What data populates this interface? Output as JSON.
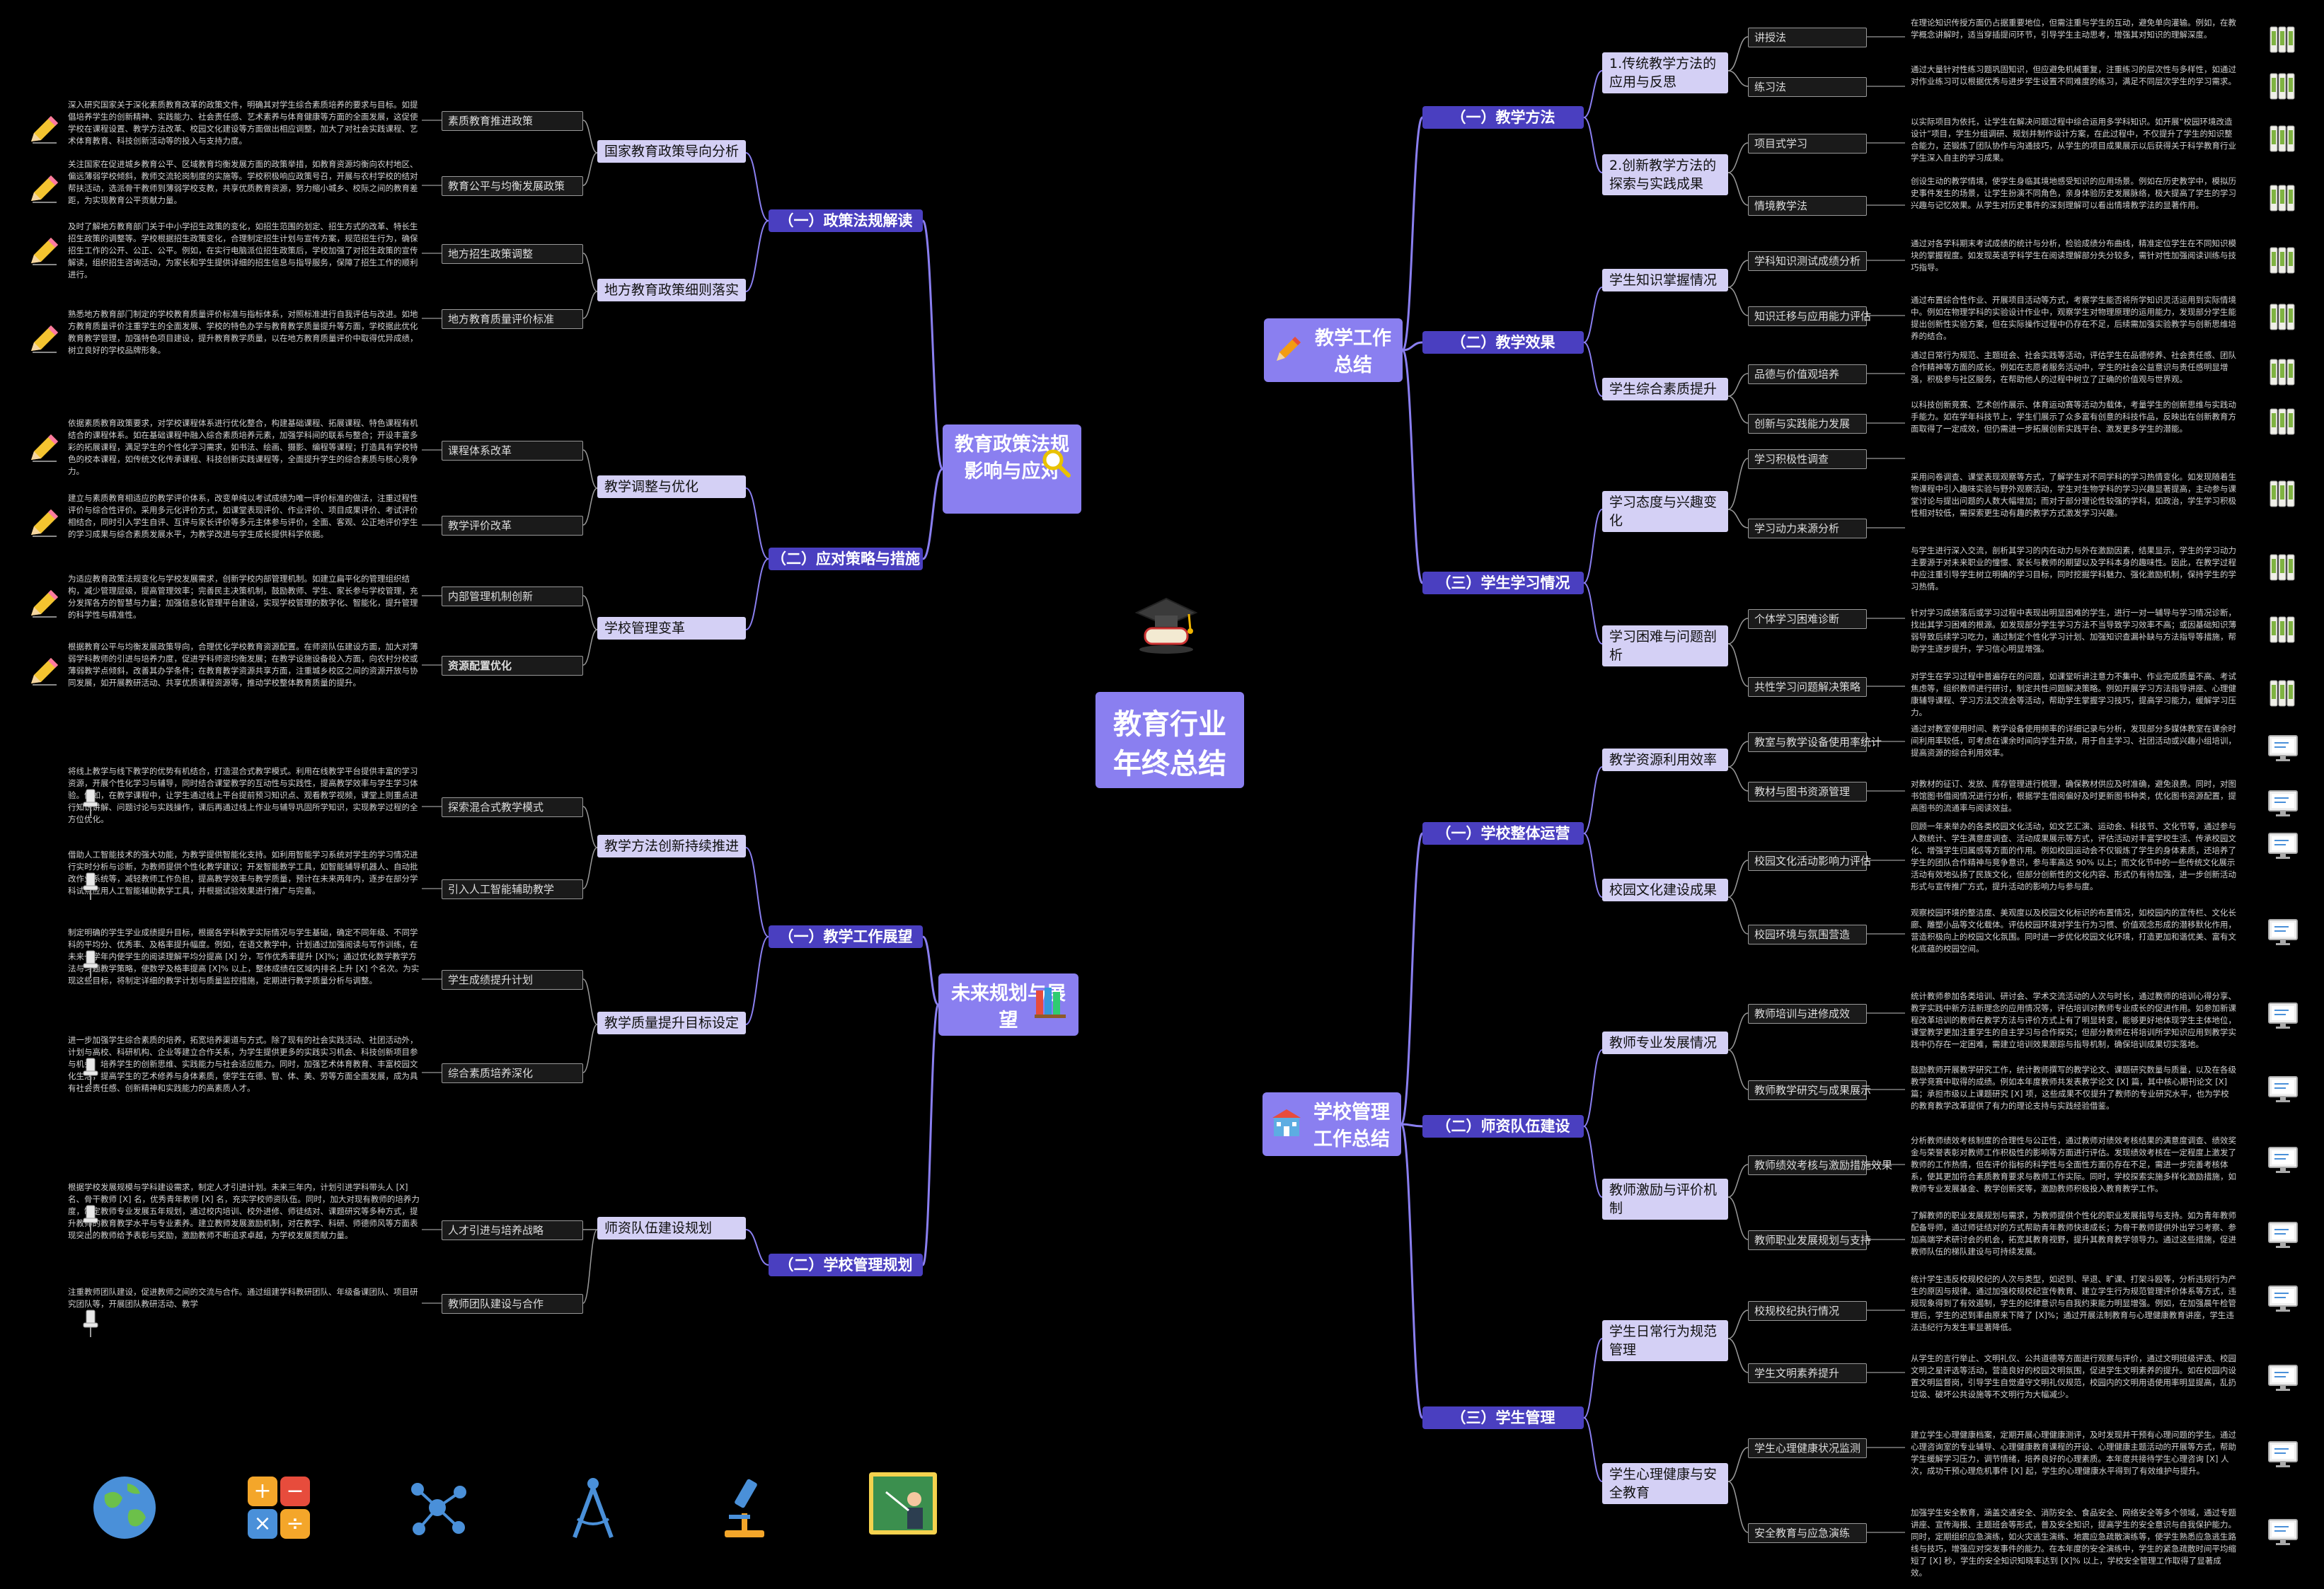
{
  "center": "教育行业年终总结",
  "left": [
    {
      "label": "教育政策法规影响与应对",
      "icon": "magnifier-icon",
      "sections": [
        {
          "label": "（一）政策法规解读",
          "groups": [
            {
              "label": "国家教育政策导向分析",
              "items": [
                {
                  "label": "素质教育推进政策",
                  "note": "深入研究国家关于深化素质教育改革的政策文件，明确其对学生综合素质培养的要求与目标。如提倡培养学生的创新精神、实践能力、社会责任感、艺术素养与体育健康等方面的全面发展，这促使学校在课程设置、教学方法改革、校园文化建设等方面做出相应调整，加大了对社会实践课程、艺术体育教育、科技创新活动等的投入与支持力度。"
                },
                {
                  "label": "教育公平与均衡发展政策",
                  "note": "关注国家在促进城乡教育公平、区域教育均衡发展方面的政策举措，如教育资源均衡向农村地区、偏远薄弱学校倾斜，教师交流轮岗制度的实施等。学校积极响应政策号召，开展与农村学校的结对帮扶活动，选派骨干教师到薄弱学校支教，共享优质教育资源，努力缩小城乡、校际之间的教育差距，为实现教育公平贡献力量。"
                }
              ]
            },
            {
              "label": "地方教育政策细则落实",
              "items": [
                {
                  "label": "地方招生政策调整",
                  "note": "及时了解地方教育部门关于中小学招生政策的变化，如招生范围的划定、招生方式的改革、特长生招生政策的调整等。学校根据招生政策变化，合理制定招生计划与宣传方案，规范招生行为，确保招生工作的公开、公正、公平。例如，在实行电脑派位招生政策后，学校加强了对招生政策的宣传解读，组织招生咨询活动，为家长和学生提供详细的招生信息与指导服务，保障了招生工作的顺利进行。"
                },
                {
                  "label": "地方教育质量评价标准",
                  "note": "熟悉地方教育部门制定的学校教育质量评价标准与指标体系，对照标准进行自我评估与改进。如地方教育质量评价注重学生的全面发展、学校的特色办学与教育教学质量提升等方面，学校据此优化教育教学管理，加强特色项目建设，提升教育教学质量，以在地方教育质量评价中取得优异成绩，树立良好的学校品牌形象。"
                }
              ]
            }
          ]
        },
        {
          "label": "（二）应对策略与措施",
          "groups": [
            {
              "label": "教学调整与优化",
              "items": [
                {
                  "label": "课程体系改革",
                  "note": "依据素质教育政策要求，对学校课程体系进行优化整合，构建基础课程、拓展课程、特色课程有机结合的课程体系。如在基础课程中融入综合素质培养元素，加强学科间的联系与整合；开设丰富多彩的拓展课程，满足学生的个性化学习需求，如书法、绘画、摄影、编程等课程；打造具有学校特色的校本课程，如传统文化传承课程、科技创新实践课程等，全面提升学生的综合素质与核心竞争力。"
                },
                {
                  "label": "教学评价改革",
                  "note": "建立与素质教育相适应的教学评价体系，改变单纯以考试成绩为唯一评价标准的做法，注重过程性评价与综合性评价。采用多元化评价方式，如课堂表现评价、作业评价、项目成果评价、考试评价相结合，同时引入学生自评、互评与家长评价等多元主体参与评价，全面、客观、公正地评价学生的学习成果与综合素质发展水平，为教学改进与学生成长提供科学依据。"
                }
              ]
            },
            {
              "label": "学校管理变革",
              "items": [
                {
                  "label": "内部管理机制创新",
                  "note": "为适应教育政策法规变化与学校发展需求，创新学校内部管理机制。如建立扁平化的管理组织结构，减少管理层级，提高管理效率；完善民主决策机制，鼓励教师、学生、家长参与学校管理，充分发挥各方的智慧与力量；加强信息化管理平台建设，实现学校管理的数字化、智能化，提升管理的科学性与精准性。"
                },
                {
                  "label": "资源配置优化",
                  "bold": true,
                  "note": "根据教育公平与均衡发展政策导向，合理优化学校教育资源配置。在师资队伍建设方面，加大对薄弱学科教师的引进与培养力度，促进学科师资均衡发展；在教学设施设备投入方面，向农村分校或薄弱教学点倾斜，改善其办学条件；在教育教学资源共享方面，注重城乡校区之间的资源开放与协同发展，如开展教研活动、共享优质课程资源等，推动学校整体教育质量的提升。"
                }
              ]
            }
          ]
        }
      ]
    },
    {
      "label": "未来规划与展望",
      "icon": "books-icon",
      "sections": [
        {
          "label": "（一）教学工作展望",
          "groups": [
            {
              "label": "教学方法创新持续推进",
              "items": [
                {
                  "label": "探索混合式教学模式",
                  "note": "将线上教学与线下教学的优势有机结合，打造混合式教学模式。利用在线教学平台提供丰富的学习资源，开展个性化学习与辅导，同时结合课堂教学的互动性与实践性，提高教学效率与学生学习体验。例如，在教学课程中，让学生通过线上平台提前预习知识点、观看教学视频，课堂上则重点进行知识讲解、问题讨论与实践操作，课后再通过线上作业与辅导巩固所学知识，实现教学过程的全方位优化。"
                },
                {
                  "label": "引入人工智能辅助教学",
                  "note": "借助人工智能技术的强大功能，为教学提供智能化支持。如利用智能学习系统对学生的学习情况进行实时分析与诊断，为教师提供个性化教学建议；开发智能教学工具，如智能辅导机器人、自动批改作业系统等，减轻教师工作负担，提高教学效率与教学质量，预计在未来两年内，逐步在部分学科试点应用人工智能辅助教学工具，并根据试验效果进行推广与完善。"
                }
              ]
            },
            {
              "label": "教学质量提升目标设定",
              "items": [
                {
                  "label": "学生成绩提升计划",
                  "note": "制定明确的学生学业成绩提升目标，根据各学科教学实际情况与学生基础，确定不同年级、不同学科的平均分、优秀率、及格率提升幅度。例如，在语文教学中，计划通过加强阅读与写作训练，在未来一学年内使学生的阅读理解平均分提高 [X] 分，写作优秀率提升 [X]%；通过优化数学教学方法与习题教学策略，使数学及格率提高 [X]% 以上，整体成绩在区域内排名上升 [X] 个名次。为实现这些目标，将制定详细的教学计划与质量监控措施，定期进行教学质量分析与调整。"
                },
                {
                  "label": "综合素质培养深化",
                  "note": "进一步加强学生综合素质的培养，拓宽培养渠道与方式。除了现有的社会实践活动、社团活动外，计划与高校、科研机构、企业等建立合作关系，为学生提供更多的实践实习机会、科技创新项目参与机会、培养学生的创新思维、实践能力与社会适应能力。同时，加强艺术体育教育、丰富校园文化生活，提高学生的艺术修养与身体素质，使学生在德、智、体、美、劳等方面全面发展，成为具有社会责任感、创新精神和实践能力的高素质人才。"
                }
              ]
            }
          ]
        },
        {
          "label": "（二）学校管理规划",
          "groups": [
            {
              "label": "师资队伍建设规划",
              "items": [
                {
                  "label": "人才引进与培养战略",
                  "note": "根据学校发展规模与学科建设需求，制定人才引进计划。未来三年内，计划引进学科带头人 [X] 名、骨干教师 [X] 名，优秀青年教师 [X] 名，充实学校师资队伍。同时，加大对现有教师的培养力度，制定教师专业发展五年规划，通过校内培训、校外进修、师徒结对、课题研究等多种方式，提升教师的教育教学水平与专业素养。建立教师发展激励机制，对在教学、科研、师德师风等方面表现突出的教师给予表彰与奖励，激励教师不断追求卓越，为学校发展贡献力量。"
                },
                {
                  "label": "教师团队建设与合作",
                  "note": "注重教师团队建设，促进教师之间的交流与合作。通过组建学科教研团队、年级备课团队、项目研究团队等，开展团队教研活动、教学"
                }
              ]
            }
          ]
        }
      ]
    }
  ],
  "right": [
    {
      "label": "教学工作总结",
      "icon": "pencil-icon",
      "sections": [
        {
          "label": "（一）教学方法",
          "groups": [
            {
              "label": "1.传统教学方法的应用与反思",
              "items": [
                {
                  "label": "讲授法",
                  "note": "在理论知识传授方面仍占据重要地位，但需注重与学生的互动，避免单向灌输。例如，在教学概念讲解时，适当穿插提问环节，引导学生主动思考，增强其对知识的理解深度。"
                },
                {
                  "label": "练习法",
                  "note": "通过大量针对性练习题巩固知识，但应避免机械重复，注重练习的层次性与多样性，如通过对作业练习可以根据优秀与进步学生设置不同难度的练习，满足不同层次学生的学习需求。"
                }
              ]
            },
            {
              "label": "2.创新教学方法的探索与实践成果",
              "items": [
                {
                  "label": "项目式学习",
                  "note": "以实际项目为依托，让学生在解决问题过程中综合运用多学科知识。如开展“校园环境改造设计”项目，学生分组调研、规划并制作设计方案，在此过程中，不仅提升了学生的知识整合能力，还锻炼了团队协作与沟通技巧，从学生的项目成果展示以后获得关于科学教育行业学生深入自主的学习成果。"
                },
                {
                  "label": "情境教学法",
                  "note": "创设生动的教学情境，使学生身临其境地感受知识的应用场景。例如在历史教学中，模拟历史事件发生的场景，让学生扮演不同角色，亲身体验历史发展脉络，极大提高了学生的学习兴趣与记忆效果。从学生对历史事件的深刻理解可以看出情境教学法的显著作用。"
                }
              ]
            }
          ]
        },
        {
          "label": "（二）教学效果",
          "groups": [
            {
              "label": "学生知识掌握情况",
              "items": [
                {
                  "label": "学科知识测试成绩分析",
                  "note": "通过对各学科期末考试成绩的统计与分析，检验成绩分布曲线，精准定位学生在不同知识模块的掌握程度。如发现英语学科学生在阅读理解部分失分较多，需针对性加强阅读训练与技巧指导。"
                },
                {
                  "label": "知识迁移与应用能力评估",
                  "note": "通过布置综合性作业、开展项目活动等方式，考察学生能否将所学知识灵活运用到实际情境中。例如在物理学科的实验设计作业中，观察学生对物理原理的运用能力，发现部分学生能提出创新性实验方案，但在实际操作过程中仍存在不足，后续需加强实验教学与创新思维培养的结合。"
                }
              ]
            },
            {
              "label": "学生综合素质提升",
              "items": [
                {
                  "label": "品德与价值观培养",
                  "note": "通过日常行为规范、主题班会、社会实践等活动，评估学生在品德修养、社会责任感、团队合作精神等方面的成长。例如在志愿者服务活动中，学生的社会公益意识与责任感明显增强，积极参与社区服务，在帮助他人的过程中树立了正确的价值观与世界观。"
                },
                {
                  "label": "创新与实践能力发展",
                  "note": "以科技创新竞赛、艺术创作展示、体育运动赛等活动为载体，考量学生的创新思维与实践动手能力。如在学年科技节上，学生们展示了众多富有创意的科技作品，反映出在创新教育方面取得了一定成效，但仍需进一步拓展创新实践平台、激发更多学生的潜能。"
                }
              ]
            }
          ]
        },
        {
          "label": "（三）学生学习情况",
          "groups": [
            {
              "label": "学习态度与兴趣变化",
              "items": [
                {
                  "label": "学习积极性调查",
                  "note": "采用问卷调查、课堂表现观察等方式，了解学生对不同学科的学习热情变化。如发现随着生物课程中引入趣味实验与野外观察活动，学生对生物学科的学习兴趣显著提高，主动参与课堂讨论与提出问题的人数大幅增加；而对于部分理论性较强的学科，如政治，学生学习积极性相对较低，需探索更生动有趣的教学方式激发学习兴趣。"
                },
                {
                  "label": "学习动力来源分析",
                  "note": "与学生进行深入交流，剖析其学习的内在动力与外在激励因素，结果显示，学生的学习动力主要源于对未来职业的憧憬、家长与教师的期望以及学科本身的趣味性。因此，在教学过程中应注重引导学生树立明确的学习目标，同时挖掘学科魅力、强化激励机制，保持学生的学习热情。"
                }
              ]
            },
            {
              "label": "学习困难与问题剖析",
              "items": [
                {
                  "label": "个体学习困难诊断",
                  "note": "针对学习成绩落后或学习过程中表现出明显困难的学生，进行一对一辅导与学习情况诊断，找出其学习困难的根源。如发现部分学生学习方法不当导致学习效率不高；或因基础知识薄弱导致后续学习吃力，通过制定个性化学习计划、加强知识查漏补缺与方法指导等措施，帮助学生逐步提升，学习信心明显增强。"
                },
                {
                  "label": "共性学习问题解决策略",
                  "note": "对学生在学习过程中普遍存在的问题，如课堂听讲注意力不集中、作业完成质量不高、考试焦虑等，组织教师进行研讨，制定共性问题解决策略。例如开展学习方法指导讲座、心理健康辅导课程、学习方法交流会等活动，帮助学生掌握学习技巧，提高学习能力，缓解学习压力。"
                }
              ]
            }
          ]
        }
      ]
    },
    {
      "label": "学校管理工作总结",
      "icon": "school-building-icon",
      "sections": [
        {
          "label": "（一）学校整体运营",
          "groups": [
            {
              "label": "教学资源利用效率",
              "items": [
                {
                  "label": "教室与教学设备使用率统计",
                  "note": "通过对教室使用时间、教学设备使用频率的详细记录与分析，发现部分多媒体教室在课余时间利用率较低，可考虑在课余时间向学生开放，用于自主学习、社团活动或兴趣小组培训，提高资源的综合利用效率。"
                },
                {
                  "label": "教材与图书资源管理",
                  "note": "对教材的征订、发放、库存管理进行梳理，确保教材供应及时准确，避免浪费。同时，对图书馆图书借阅情况进行分析，根据学生借阅偏好及时更新图书种类，优化图书资源配置，提高图书的流通率与阅读效益。"
                }
              ]
            },
            {
              "label": "校园文化建设成果",
              "items": [
                {
                  "label": "校园文化活动影响力评估",
                  "note": "回顾一年来举办的各类校园文化活动，如文艺汇演、运动会、科技节、文化节等，通过参与人数统计、学生满意度调查、活动成果展示等方式，评估活动对丰富学校生活、传承校园文化、增强学生归属感等方面的作用。例如校园运动会不仅锻炼了学生的身体素质，还培养了学生的团队合作精神与竞争意识，参与率高达 90% 以上；而文化节中的一些传统文化展示活动有效地弘扬了民族文化，但部分创新性的文化内容、形式仍有待加强，进一步创新活动形式与宣传推广方式，提升活动的影响力与参与度。"
                },
                {
                  "label": "校园环境与氛围营造",
                  "note": "观察校园环境的整洁度、美观度以及校园文化标识的布置情况，如校园内的宣传栏、文化长廊、雕塑小品等文化载体。评估校园环境对学生行为习惯、价值观念形成的潜移默化作用，营造积极向上的校园文化氛围。同时进一步优化校园文化环境，打造更加和谐优美、富有文化底蕴的校园空间。"
                }
              ]
            }
          ]
        },
        {
          "label": "（二）师资队伍建设",
          "groups": [
            {
              "label": "教师专业发展情况",
              "items": [
                {
                  "label": "教师培训与进修成效",
                  "note": "统计教师参加各类培训、研讨会、学术交流活动的人次与时长，通过教师的培训心得分享、教学实践中新方法新理念的应用情况等，评估培训对教师专业成长的促进作用。如参加新课程改革培训的教师在教学方法与评价方式上有了明显转变，能够更好地体现学生主体地位，课堂教学更加注重学生的自主学习与合作探究；但部分教师在将培训所学知识应用到教学实践中仍存在一定困难，需建立培训效果跟踪与指导机制，确保培训成果切实落地。"
                },
                {
                  "label": "教师教学研究与成果展示",
                  "note": "鼓励教师开展教学研究工作，统计教师撰写的教学论文、课题研究数量与质量，以及在各级教学竞赛中取得的成绩。例如本年度教师共发表教学论文 [X] 篇，其中核心期刊论文 [X] 篇；承担市级以上课题研究 [X] 项，这些成果不仅提升了教师的专业研究水平，也为学校的教育教学改革提供了有力的理论支持与实践经验借鉴。"
                }
              ]
            },
            {
              "label": "教师激励与评价机制",
              "items": [
                {
                  "label": "教师绩效考核与激励措施效果",
                  "note": "分析教师绩效考核制度的合理性与公正性，通过教师对绩效考核结果的满意度调查、绩效奖金与荣誉表彰对教师工作积极性的影响等方面进行评估。发现绩效考核在一定程度上激发了教师的工作热情，但在评价指标的科学性与全面性方面仍存在不足，需进一步完善考核体系，使其更加符合素质教育要求与教师工作实际。同时，学校探索实施多样化激励措施，如教师专业发展基金、教学创新奖等，激励教师积极投入教育教学工作。"
                },
                {
                  "label": "教师职业发展规划与支持",
                  "note": "了解教师的职业发展规划与需求，为教师提供个性化的职业发展指导与支持。如为青年教师配备导师，通过师徒结对的方式帮助青年教师快速成长；为骨干教师提供外出学习考察、参加高端学术研讨会的机会，拓宽其教育视野，提升其教育教学领导力。通过这些措施，促进教师队伍的梯队建设与可持续发展。"
                }
              ]
            }
          ]
        },
        {
          "label": "（三）学生管理",
          "groups": [
            {
              "label": "学生日常行为规范管理",
              "items": [
                {
                  "label": "校规校纪执行情况",
                  "note": "统计学生违反校规校纪的人次与类型，如迟到、早退、旷课、打架斗殴等，分析违规行为产生的原因与规律。通过加强校规校纪宣传教育、建立学生行为规范管理评价体系等方式，违规现象得到了有效遏制，学生的纪律意识与自我约束能力明显增强。例如，在加强晨午检管理后，学生的迟到率由原来下降了 [X]%；通过开展法制教育与心理健康教育讲座，学生违法违纪行为发生率显著降低。"
                },
                {
                  "label": "学生文明素养提升",
                  "note": "从学生的言行举止、文明礼仪、公共道德等方面进行观察与评价，通过文明班级评选、校园文明之星评选等活动，营造良好的校园文明氛围，促进学生文明素养的提升。如在校园内设置文明监督岗，引导学生自觉遵守文明礼仪规范，校园内的文明用语使用率明显提高，乱扔垃圾、破坏公共设施等不文明行为大幅减少。"
                }
              ]
            },
            {
              "label": "学生心理健康与安全教育",
              "items": [
                {
                  "label": "学生心理健康状况监测",
                  "note": "建立学生心理健康档案，定期开展心理健康测评，及时发现并干预有心理问题的学生。通过心理咨询室的专业辅导、心理健康教育课程的开设、心理健康主题活动的开展等方式，帮助学生缓解学习压力，调节情绪，培养良好的心理素质。本年度共接待学生心理咨询 [X] 人次，成功干预心理危机事件 [X] 起，学生的心理健康水平得到了有效维护与提升。"
                },
                {
                  "label": "安全教育与应急演练",
                  "note": "加强学生安全教育，涵盖交通安全、消防安全、食品安全、网络安全等多个领域，通过专题讲座、宣传海报、主题班会等形式，普及安全知识，提高学生的安全意识与自我保护能力。同时，定期组织应急演练，如火灾逃生演练、地震应急疏散演练等，使学生熟悉应急逃生路线与技巧，增强应对突发事件的能力。在本年度的安全演练中，学生的紧急疏散时间平均缩短了 [X] 秒，学生的安全知识知晓率达到 [X]% 以上，学校安全管理工作取得了显著成效。"
                }
              ]
            }
          ]
        }
      ]
    }
  ],
  "center_icon": "graduation-cap-diploma-icon",
  "bottom_icons": [
    "globe-icon",
    "calculator-icon",
    "molecule-icon",
    "compass-icon",
    "microscope-icon",
    "teacher-board-icon"
  ]
}
